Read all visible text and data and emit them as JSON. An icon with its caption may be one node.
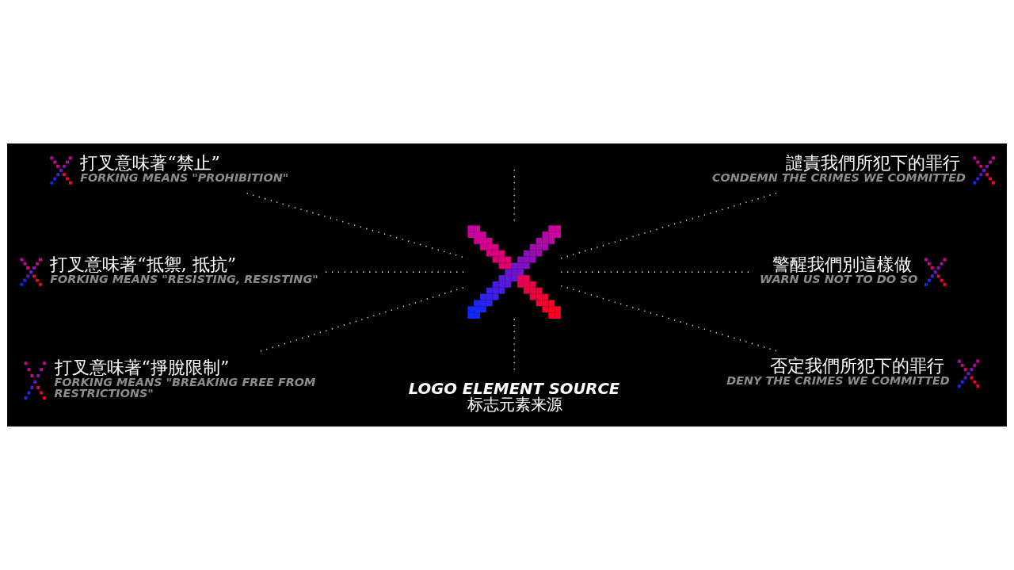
{
  "diagram": {
    "nodes": [
      {
        "text": [
          "打叉意味著“禁止”",
          "FORKING MEANS \"PROHIBITION\""
        ]
      },
      {
        "text": [
          "打叉意味著“抵禦, 抵抗”",
          "FORKING MEANS \"RESISTING, RESISTING\""
        ]
      },
      {
        "text": [
          "打叉意味著“掙脫限制”",
          "FORKING MEANS \"BREAKING FREE FROM RESTRICTIONS\""
        ]
      },
      {
        "text": [],
        "shape": "cross"
      },
      {
        "text": [
          "譴責我們所犯下的罪行",
          "CONDEMN THE CRIMES WE COMMITTED"
        ]
      },
      {
        "text": [
          "警醒我們別這樣做",
          "WARN US NOT TO DO SO"
        ]
      },
      {
        "text": [
          "否定我們所犯下的罪行",
          "DENY THE CRIMES WE COMMITTED"
        ]
      },
      {
        "text": [
          "LOGO ELEMENT SOURCE",
          "标志元素来源"
        ]
      }
    ],
    "edges": [
      {
        "from": null,
        "to": 3,
        "arrow": "none",
        "style": "dashed"
      },
      {
        "from": 0,
        "to": 3,
        "arrow": "none",
        "style": "dashed"
      },
      {
        "from": 1,
        "to": 3,
        "arrow": "none",
        "style": "dashed"
      },
      {
        "from": 2,
        "to": 3,
        "arrow": "none",
        "style": "dashed"
      },
      {
        "from": 3,
        "to": 4,
        "arrow": "none",
        "style": "dashed"
      },
      {
        "from": 3,
        "to": 5,
        "arrow": "none",
        "style": "dashed"
      },
      {
        "from": 3,
        "to": 6,
        "arrow": "none",
        "style": "dashed"
      },
      {
        "from": 3,
        "to": 7,
        "arrow": "none",
        "style": "dashed"
      }
    ]
  }
}
